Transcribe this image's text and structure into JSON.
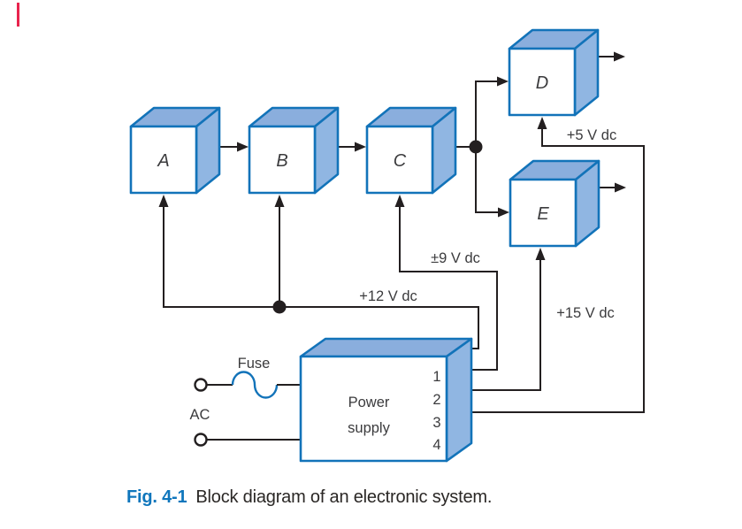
{
  "blocks": {
    "a": {
      "label": "A"
    },
    "b": {
      "label": "B"
    },
    "c": {
      "label": "C"
    },
    "d": {
      "label": "D"
    },
    "e": {
      "label": "E"
    }
  },
  "power_supply": {
    "name_line1": "Power",
    "name_line2": "supply",
    "terminals": [
      "1",
      "2",
      "3",
      "4"
    ]
  },
  "wire_labels": {
    "d_supply": "+5 V dc",
    "c_supply": "±9 V dc",
    "ab_supply": "+12 V dc",
    "e_supply": "+15 V dc"
  },
  "input": {
    "fuse_label": "Fuse",
    "ac_label": "AC"
  },
  "caption": {
    "figure": "Fig. 4-1",
    "text": "Block diagram of an electronic system."
  },
  "colors": {
    "box_stroke": "#1273b9",
    "box_top_fill": "#8aaedd",
    "box_side_fill": "#90b6e2",
    "wire": "#231f20",
    "text": "#3b3b3d",
    "figure_number_blue": "#0f76bc",
    "artifact_red": "#e8244d"
  }
}
